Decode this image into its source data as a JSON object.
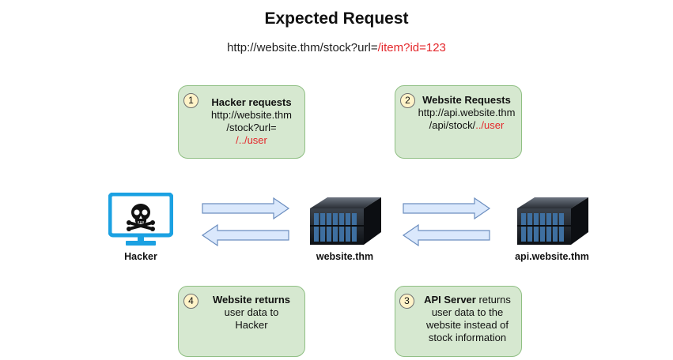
{
  "title": "Expected Request",
  "url": {
    "base": "http://website.thm/stock?url=",
    "highlight": "/item?id=123"
  },
  "steps": [
    {
      "number": "1",
      "title": "Hacker requests",
      "lines": [
        "http://website.thm",
        "/stock?url="
      ],
      "highlight": "/../user"
    },
    {
      "number": "2",
      "title": "Website Requests",
      "lines": [
        "http://api.website.thm"
      ],
      "line2_prefix": "/api/stock/",
      "highlight": "../user"
    },
    {
      "number": "3",
      "title_bold": "API Server",
      "title_rest": " returns",
      "lines": [
        "user data to the",
        "website instead of",
        "stock information"
      ]
    },
    {
      "number": "4",
      "title": "Website returns",
      "lines": [
        "user data to",
        "Hacker"
      ]
    }
  ],
  "nodes": {
    "hacker": "Hacker",
    "website": "website.thm",
    "api": "api.website.thm"
  },
  "icons": {
    "hacker": "skull-monitor-icon",
    "server": "server-icon"
  },
  "colors": {
    "box_fill": "#d6e8d0",
    "box_border": "#8fbf83",
    "arrow_fill": "#dae8fc",
    "arrow_stroke": "#6c8ebf",
    "highlight": "#e4262a",
    "monitor": "#1ba1e2"
  }
}
